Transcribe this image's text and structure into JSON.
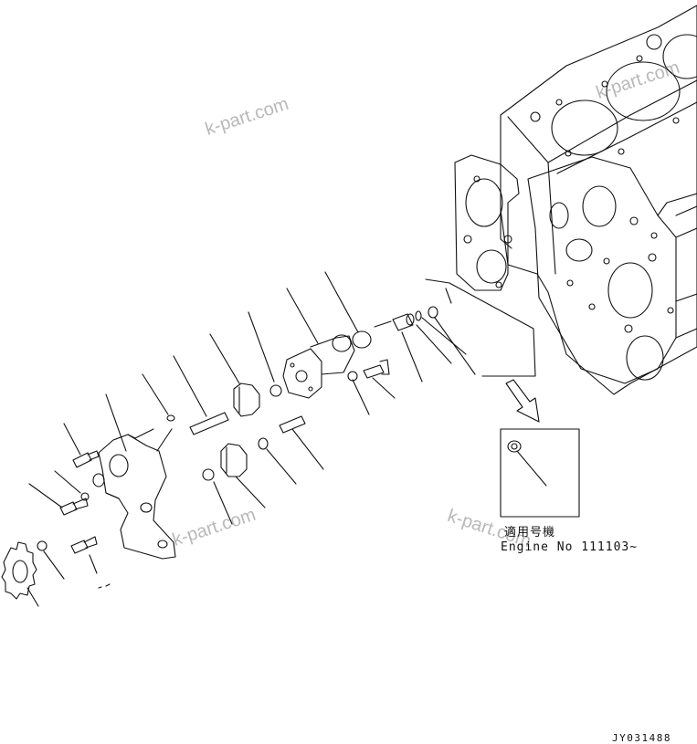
{
  "watermarks": [
    "k-part.com",
    "k-part.com",
    "k-part.com",
    "k-part.com"
  ],
  "inset": {
    "title": "適用号機",
    "engine_serial": "Engine No 111103~"
  },
  "drawing_id": "JY031488",
  "icons": [
    "engine-block-drawing",
    "oil-pump-assembly",
    "sprocket-gear",
    "pin-part",
    "bolt-part",
    "inset-callout-arrow"
  ]
}
